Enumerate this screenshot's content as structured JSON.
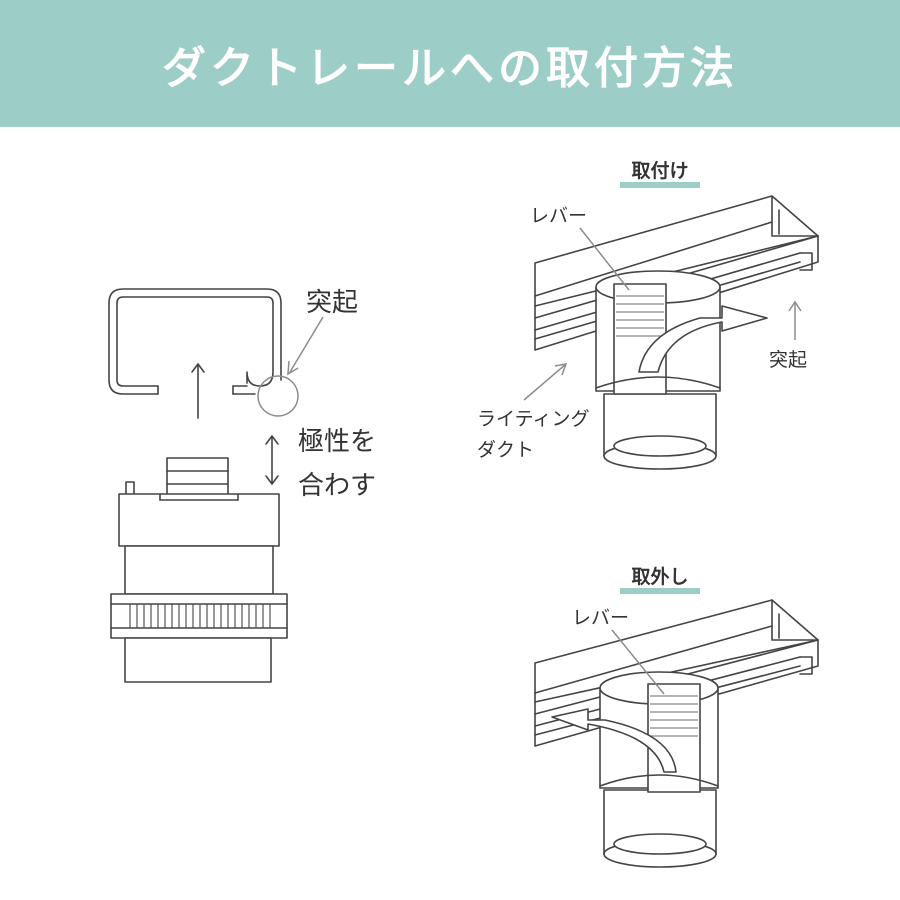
{
  "header": {
    "title": "ダクトレールへの取付方法",
    "background_color": "#9ccdc6",
    "text_color": "#ffffff"
  },
  "left_diagram": {
    "protrusion_label": "突起",
    "polarity_label_line1": "極性を",
    "polarity_label_line2": "合わす"
  },
  "attach_diagram": {
    "heading": "取付け",
    "lever_label": "レバー",
    "protrusion_label": "突起",
    "duct_label_line1": "ライティング",
    "duct_label_line2": "ダクト"
  },
  "detach_diagram": {
    "heading": "取外し",
    "lever_label": "レバー"
  },
  "colors": {
    "heading_underline": "#9ccdc6",
    "line": "#444444",
    "leader": "#8c8c8c"
  }
}
